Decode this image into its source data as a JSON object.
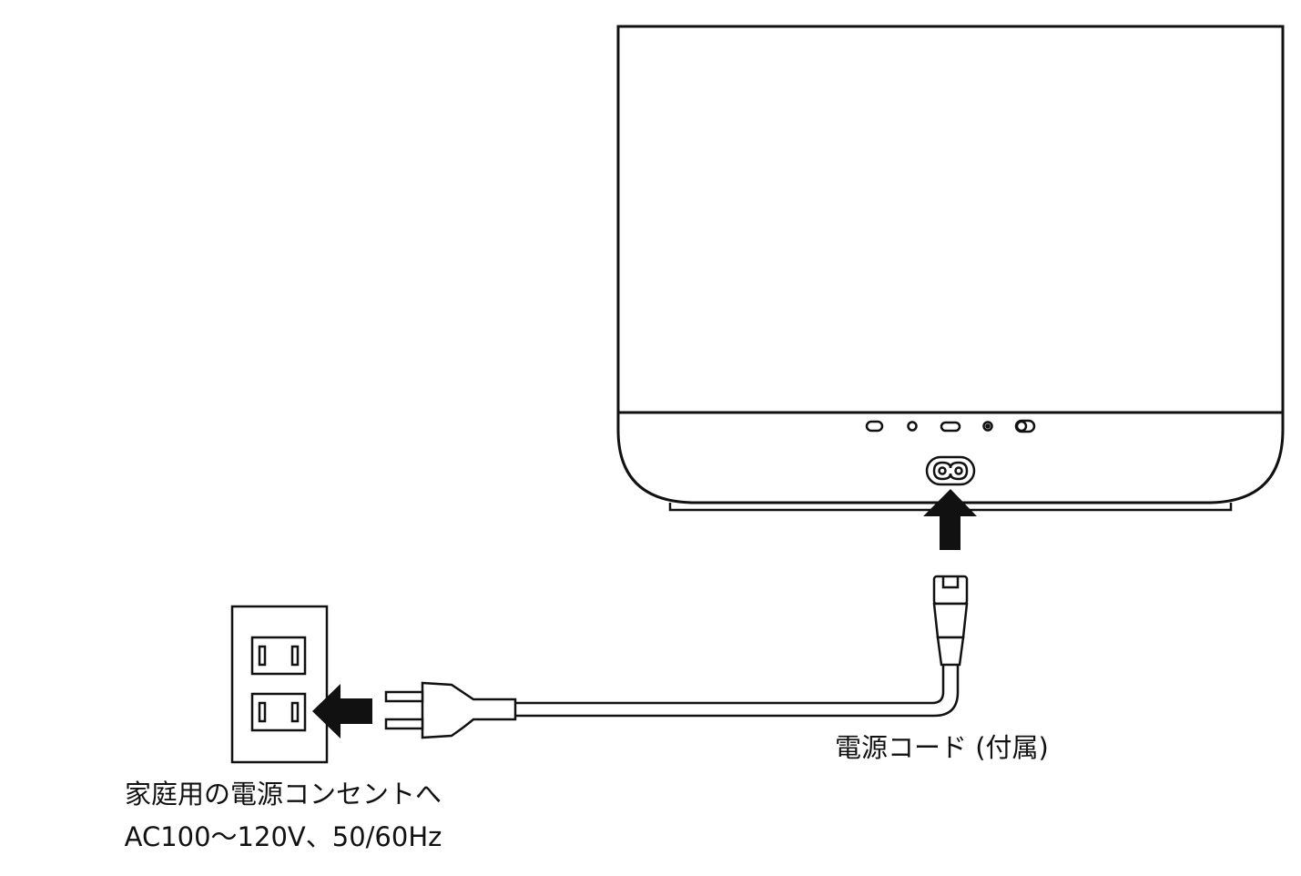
{
  "diagram": {
    "cord_label": "電源コード (付属)",
    "outlet_label_line1": "家庭用の電源コンセントへ",
    "outlet_label_line2": "AC100～120V、50/60Hz"
  },
  "colors": {
    "line": "#111111",
    "background": "#ffffff"
  },
  "icons": {
    "device": "speaker-device-icon",
    "inlet": "power-inlet-icon",
    "plug": "power-plug-icon",
    "outlet": "wall-outlet-icon",
    "arrow_up": "arrow-up-icon",
    "arrow_left": "arrow-left-icon"
  }
}
